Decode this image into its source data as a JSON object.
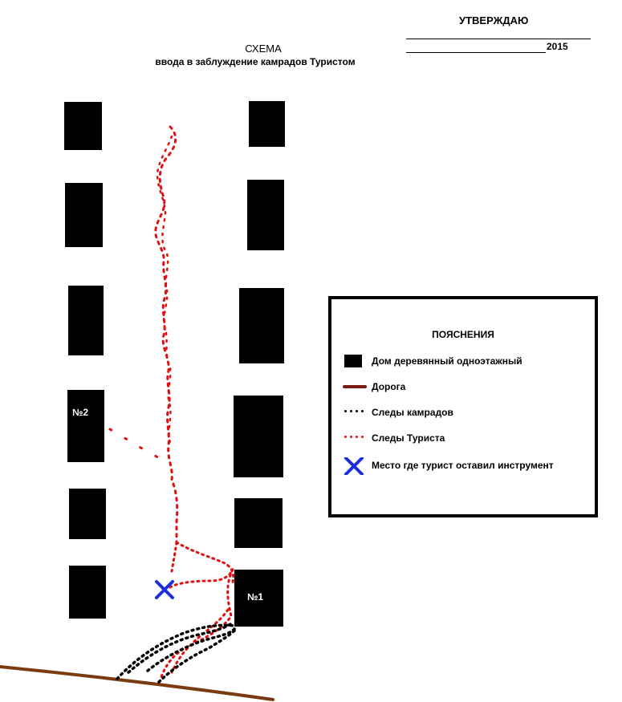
{
  "approval": {
    "title": "УТВЕРЖДАЮ",
    "year": "2015"
  },
  "schema": {
    "title": "СХЕМА",
    "subtitle": "ввода в заблуждение камрадов Туристом"
  },
  "houses": {
    "label_1": "№1",
    "label_2": "№2"
  },
  "legend": {
    "title": "ПОЯСНЕНИЯ",
    "items": [
      {
        "symbol": "house",
        "label": "Дом деревянный одноэтажный"
      },
      {
        "symbol": "road",
        "label": "Дорога"
      },
      {
        "symbol": "black-dots",
        "label": "Следы камрадов"
      },
      {
        "symbol": "red-dots",
        "label": "Следы Туриста"
      },
      {
        "symbol": "blue-cross",
        "label": "Место где турист оставил инструмент"
      }
    ]
  },
  "colors": {
    "house": "#000000",
    "road": "#7a3a12",
    "tourist_tracks": "#e01010",
    "comrade_tracks": "#000000",
    "tool_mark": "#1a2ee0"
  }
}
